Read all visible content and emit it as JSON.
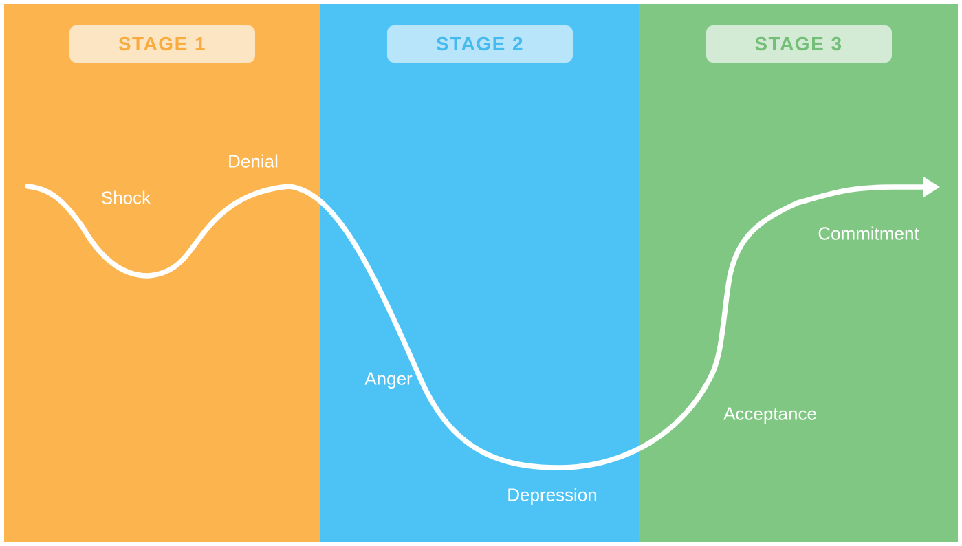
{
  "stages": [
    {
      "badge_label": "STAGE 1",
      "panel_color": "#FCB44E",
      "badge_bg": "#FCE5C3",
      "badge_text_color": "#F9AB40",
      "phases": [
        "Shock",
        "Denial"
      ]
    },
    {
      "badge_label": "STAGE 2",
      "panel_color": "#4DC3F5",
      "badge_bg": "#B9E5FB",
      "badge_text_color": "#44BAEF",
      "phases": [
        "Anger",
        "Depression"
      ]
    },
    {
      "badge_label": "STAGE 3",
      "panel_color": "#81C784",
      "badge_bg": "#D3EAD4",
      "badge_text_color": "#74BE78",
      "phases": [
        "Acceptance",
        "Commitment"
      ]
    }
  ],
  "curve": {
    "color": "#FFFFFF",
    "labels": {
      "shock": "Shock",
      "denial": "Denial",
      "anger": "Anger",
      "depression": "Depression",
      "acceptance": "Acceptance",
      "commitment": "Commitment"
    }
  }
}
